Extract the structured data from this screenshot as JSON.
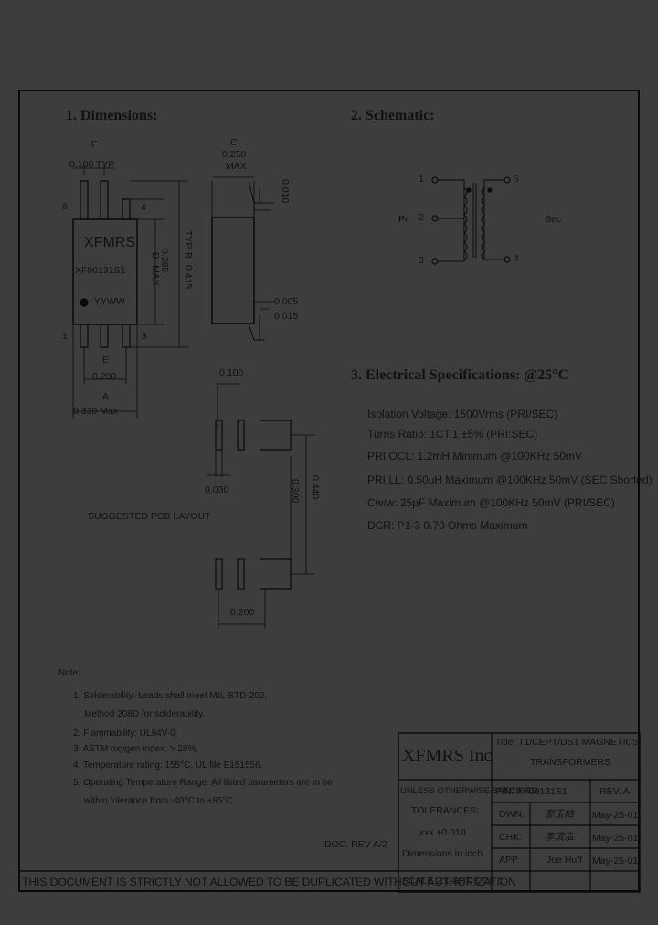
{
  "sections": {
    "dimensions": "1. Dimensions:",
    "schematic": "2. Schematic:",
    "electrical": "3. Electrical   Specifications: @25°C"
  },
  "dimensions": {
    "f_label": "F",
    "pitch": "0.100 TYP",
    "c_label": "C",
    "c_value": "0.250",
    "c_max": "MAX",
    "lead_thk": "0.010",
    "pin6": "6",
    "pin4": "4",
    "pin1": "1",
    "pin3": "3",
    "part_logo": "XFMRS",
    "part_number": "XF00131S1",
    "date_code": "YYWW",
    "d_value": "0.285",
    "d_label": "D",
    "d_max": "MAX",
    "b_value": "0.415",
    "b_label": "B",
    "b_typ": "TYP",
    "lead_min": "0.005",
    "lead_max": "0.015",
    "e_label": "E",
    "e_value": "0.200",
    "a_label": "A",
    "a_value": "0.330 Max"
  },
  "pcb": {
    "pad_w": "0.100",
    "pad_gap": "0.030",
    "row_spacing": "0.300",
    "outer_spacing": "0.440",
    "pitch": "0.200",
    "title": "SUGGESTED PCB LAYOUT"
  },
  "schematic": {
    "pin1": "1",
    "pin2": "2",
    "pin3": "3",
    "pin6": "6",
    "pin4": "4",
    "pri": "Pri",
    "sec": "Sec"
  },
  "specs": [
    "Isolation Voltage: 1500Vrms (PRI/SEC)",
    "Turns Ratio: 1CT:1 ±5% (PRI:SEC)",
    "PRI OCL: 1.2mH Minimum @100KHz 50mV",
    "PRI LL: 0.50uH Maximum @100KHz 50mV (SEC Shorted)",
    "Cw/w: 25pF Maximum @100KHz 50mV (PRI/SEC)",
    "DCR: P1-3 0.70 Ohms Maximum"
  ],
  "notes": {
    "title": "Note:",
    "items": [
      "1. Solderability: Leads shall meet MIL-STD-202,",
      "Method 208D for solderability.",
      "2. Flammability: UL94V-0,",
      "3. ASTM oxygen index: > 28%,",
      "4. Temperature rating: 155°C, UL file E151556,",
      "5. Operating Temperature Range: All listed parameters are to be",
      "within tolerance from -40°C to +85°C"
    ]
  },
  "doc_rev": "DOC. REV A/2",
  "title_block": {
    "company": "XFMRS Inc",
    "title_line1": "Title: T1/CEPT/DS1 MAGNETICS",
    "title_line2": "TRANSFORMERS",
    "unless": "UNLESS OTHERWISE SPECIFIED",
    "tolerances": "TOLERANCES:",
    "tol_value": ".xxx ±0.010",
    "dims_in": "Dimensions in inch",
    "pn": "P/N: XF00131S1",
    "rev": "REV. A",
    "dwn": "DWN.",
    "dwn_sig": "廖玉柏",
    "dwn_date": "May-25-01",
    "chk": "CHK.",
    "chk_sig": "李滨泓",
    "chk_date": "May-25-01",
    "appr": "APP.",
    "appr_name": "Joe Huff",
    "appr_date": "May-25-01",
    "scale": "SCALE 2:1  SHT 1 OF 1"
  },
  "footer": "THIS DOCUMENT IS STRICTLY NOT ALLOWED TO BE DUPLICATED WITHOUT AUTHORIZATION"
}
